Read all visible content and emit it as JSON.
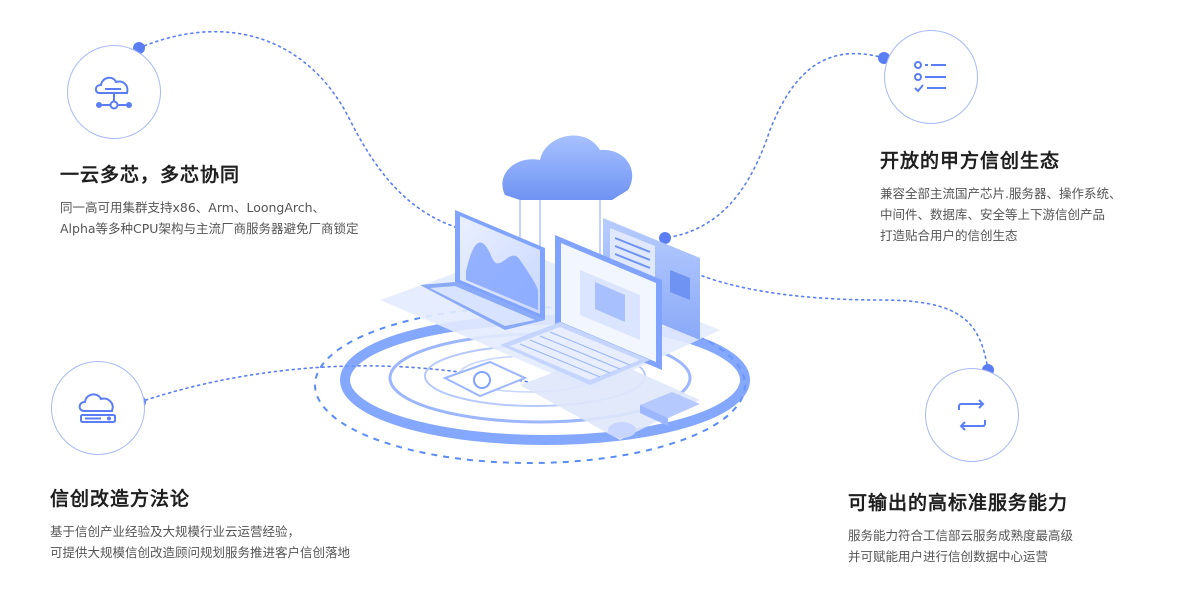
{
  "colors": {
    "accent": "#5b7ef5",
    "accent_light": "#a9b9f7",
    "platform": "#7fa3ff",
    "ring": "#5a8cf6"
  },
  "features": [
    {
      "title": "一云多芯，多芯协同",
      "desc": [
        "同一高可用集群支持x86、Arm、LoongArch、",
        "Alpha等多种CPU架构与主流厂商服务器避免厂商锁定"
      ],
      "icon": "cloud-network-icon"
    },
    {
      "title": "开放的甲方信创生态",
      "desc": [
        "兼容全部主流国产芯片.服务器、操作系统、",
        "中间件、数据库、安全等上下游信创产品",
        "打造贴合用户的信创生态"
      ],
      "icon": "checklist-icon"
    },
    {
      "title": "信创改造方法论",
      "desc": [
        "基于信创产业经验及大规模行业云运营经验，",
        "可提供大规模信创改造顾问规划服务推进客户信创落地"
      ],
      "icon": "cloud-server-icon"
    },
    {
      "title": "可输出的高标准服务能力",
      "desc": [
        "服务能力符合工信部云服务成熟度最高级",
        "并可赋能用户进行信创数据中心运营"
      ],
      "icon": "refresh-cycle-icon"
    }
  ]
}
